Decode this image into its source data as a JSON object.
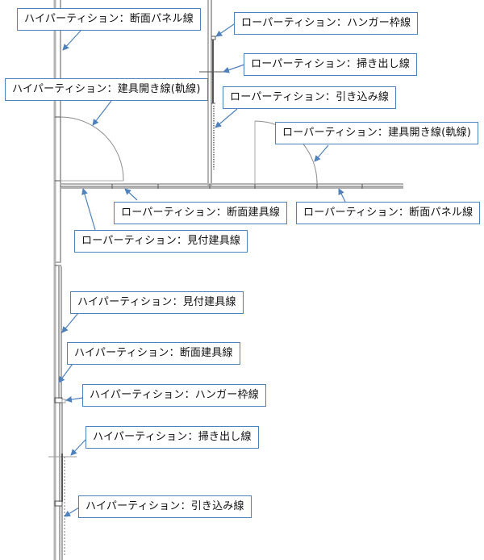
{
  "diagram": {
    "type": "partition-drawing-line-legend",
    "colors": {
      "callout_border": "#4f81bd",
      "arrow": "#4f81bd",
      "wall_thick": "#b3b3b3",
      "wall_thin": "#555555",
      "door_arc": "#8c8c8c",
      "text": "#111111"
    }
  },
  "callouts": [
    {
      "id": "high-section-panel-line",
      "label": "ハイパーティション：断面パネル線"
    },
    {
      "id": "low-hanger-frame-line",
      "label": "ローパーティション：ハンガー枠線"
    },
    {
      "id": "low-sweep-line",
      "label": "ローパーティション：掃き出し線"
    },
    {
      "id": "high-door-swing-line",
      "label": "ハイパーティション：建具開き線(軌線)"
    },
    {
      "id": "low-pocket-line",
      "label": "ローパーティション：引き込み線"
    },
    {
      "id": "low-door-swing-line",
      "label": "ローパーティション：建具開き線(軌線)"
    },
    {
      "id": "low-section-door-line",
      "label": "ローパーティション：断面建具線"
    },
    {
      "id": "low-section-panel-line",
      "label": "ローパーティション：断面パネル線"
    },
    {
      "id": "low-elevation-door-line",
      "label": "ローパーティション：見付建具線"
    },
    {
      "id": "high-elevation-door-line",
      "label": "ハイパーティション：見付建具線"
    },
    {
      "id": "high-section-door-line",
      "label": "ハイパーティション：断面建具線"
    },
    {
      "id": "high-hanger-frame-line",
      "label": "ハイパーティション：ハンガー枠線"
    },
    {
      "id": "high-sweep-line",
      "label": "ハイパーティション：掃き出し線"
    },
    {
      "id": "high-pocket-line",
      "label": "ハイパーティション：引き込み線"
    }
  ]
}
